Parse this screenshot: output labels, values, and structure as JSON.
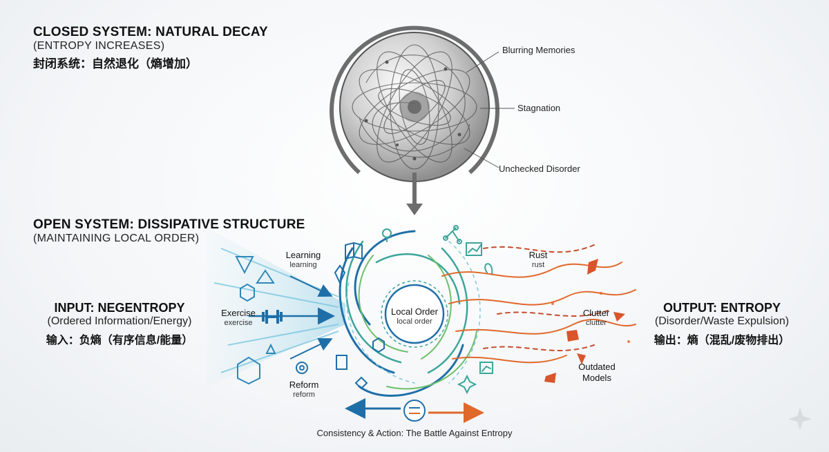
{
  "closed_system": {
    "title": "CLOSED SYSTEM: NATURAL DECAY",
    "subtitle": "(ENTROPY INCREASES)",
    "chinese": "封闭系统：自然退化（熵增加）",
    "annotations": [
      "Blurring Memories",
      "Stagnation",
      "Unchecked Disorder"
    ]
  },
  "open_system": {
    "title": "OPEN SYSTEM: DISSIPATIVE STRUCTURE",
    "subtitle": "(MAINTAINING LOCAL ORDER)"
  },
  "input": {
    "title": "INPUT: NEGENTROPY",
    "subtitle": "(Ordered Information/Energy)",
    "chinese": "输入：负熵（有序信息/能量）"
  },
  "output": {
    "title": "OUTPUT: ENTROPY",
    "subtitle": "(Disorder/Waste Expulsion)",
    "chinese": "输出：熵（混乱/废物排出）"
  },
  "center": {
    "label": "Local Order",
    "sublabel": "local order"
  },
  "inputs": [
    {
      "label": "Learning",
      "sublabel": "learning"
    },
    {
      "label": "Exercise",
      "sublabel": "exercise"
    },
    {
      "label": "Reform",
      "sublabel": "reform"
    }
  ],
  "outputs": [
    {
      "label": "Rust",
      "sublabel": "rust"
    },
    {
      "label": "Clutter",
      "sublabel": "clutter"
    },
    {
      "label": "Outdated Models",
      "sublabel": ""
    }
  ],
  "footer": "Consistency & Action: The Battle Against Entropy",
  "colors": {
    "blue": "#1e6fa8",
    "teal": "#3aa59a",
    "green": "#6bbf6a",
    "orange": "#e0682a",
    "red": "#c84a2a",
    "gray": "#6d6d6d"
  }
}
